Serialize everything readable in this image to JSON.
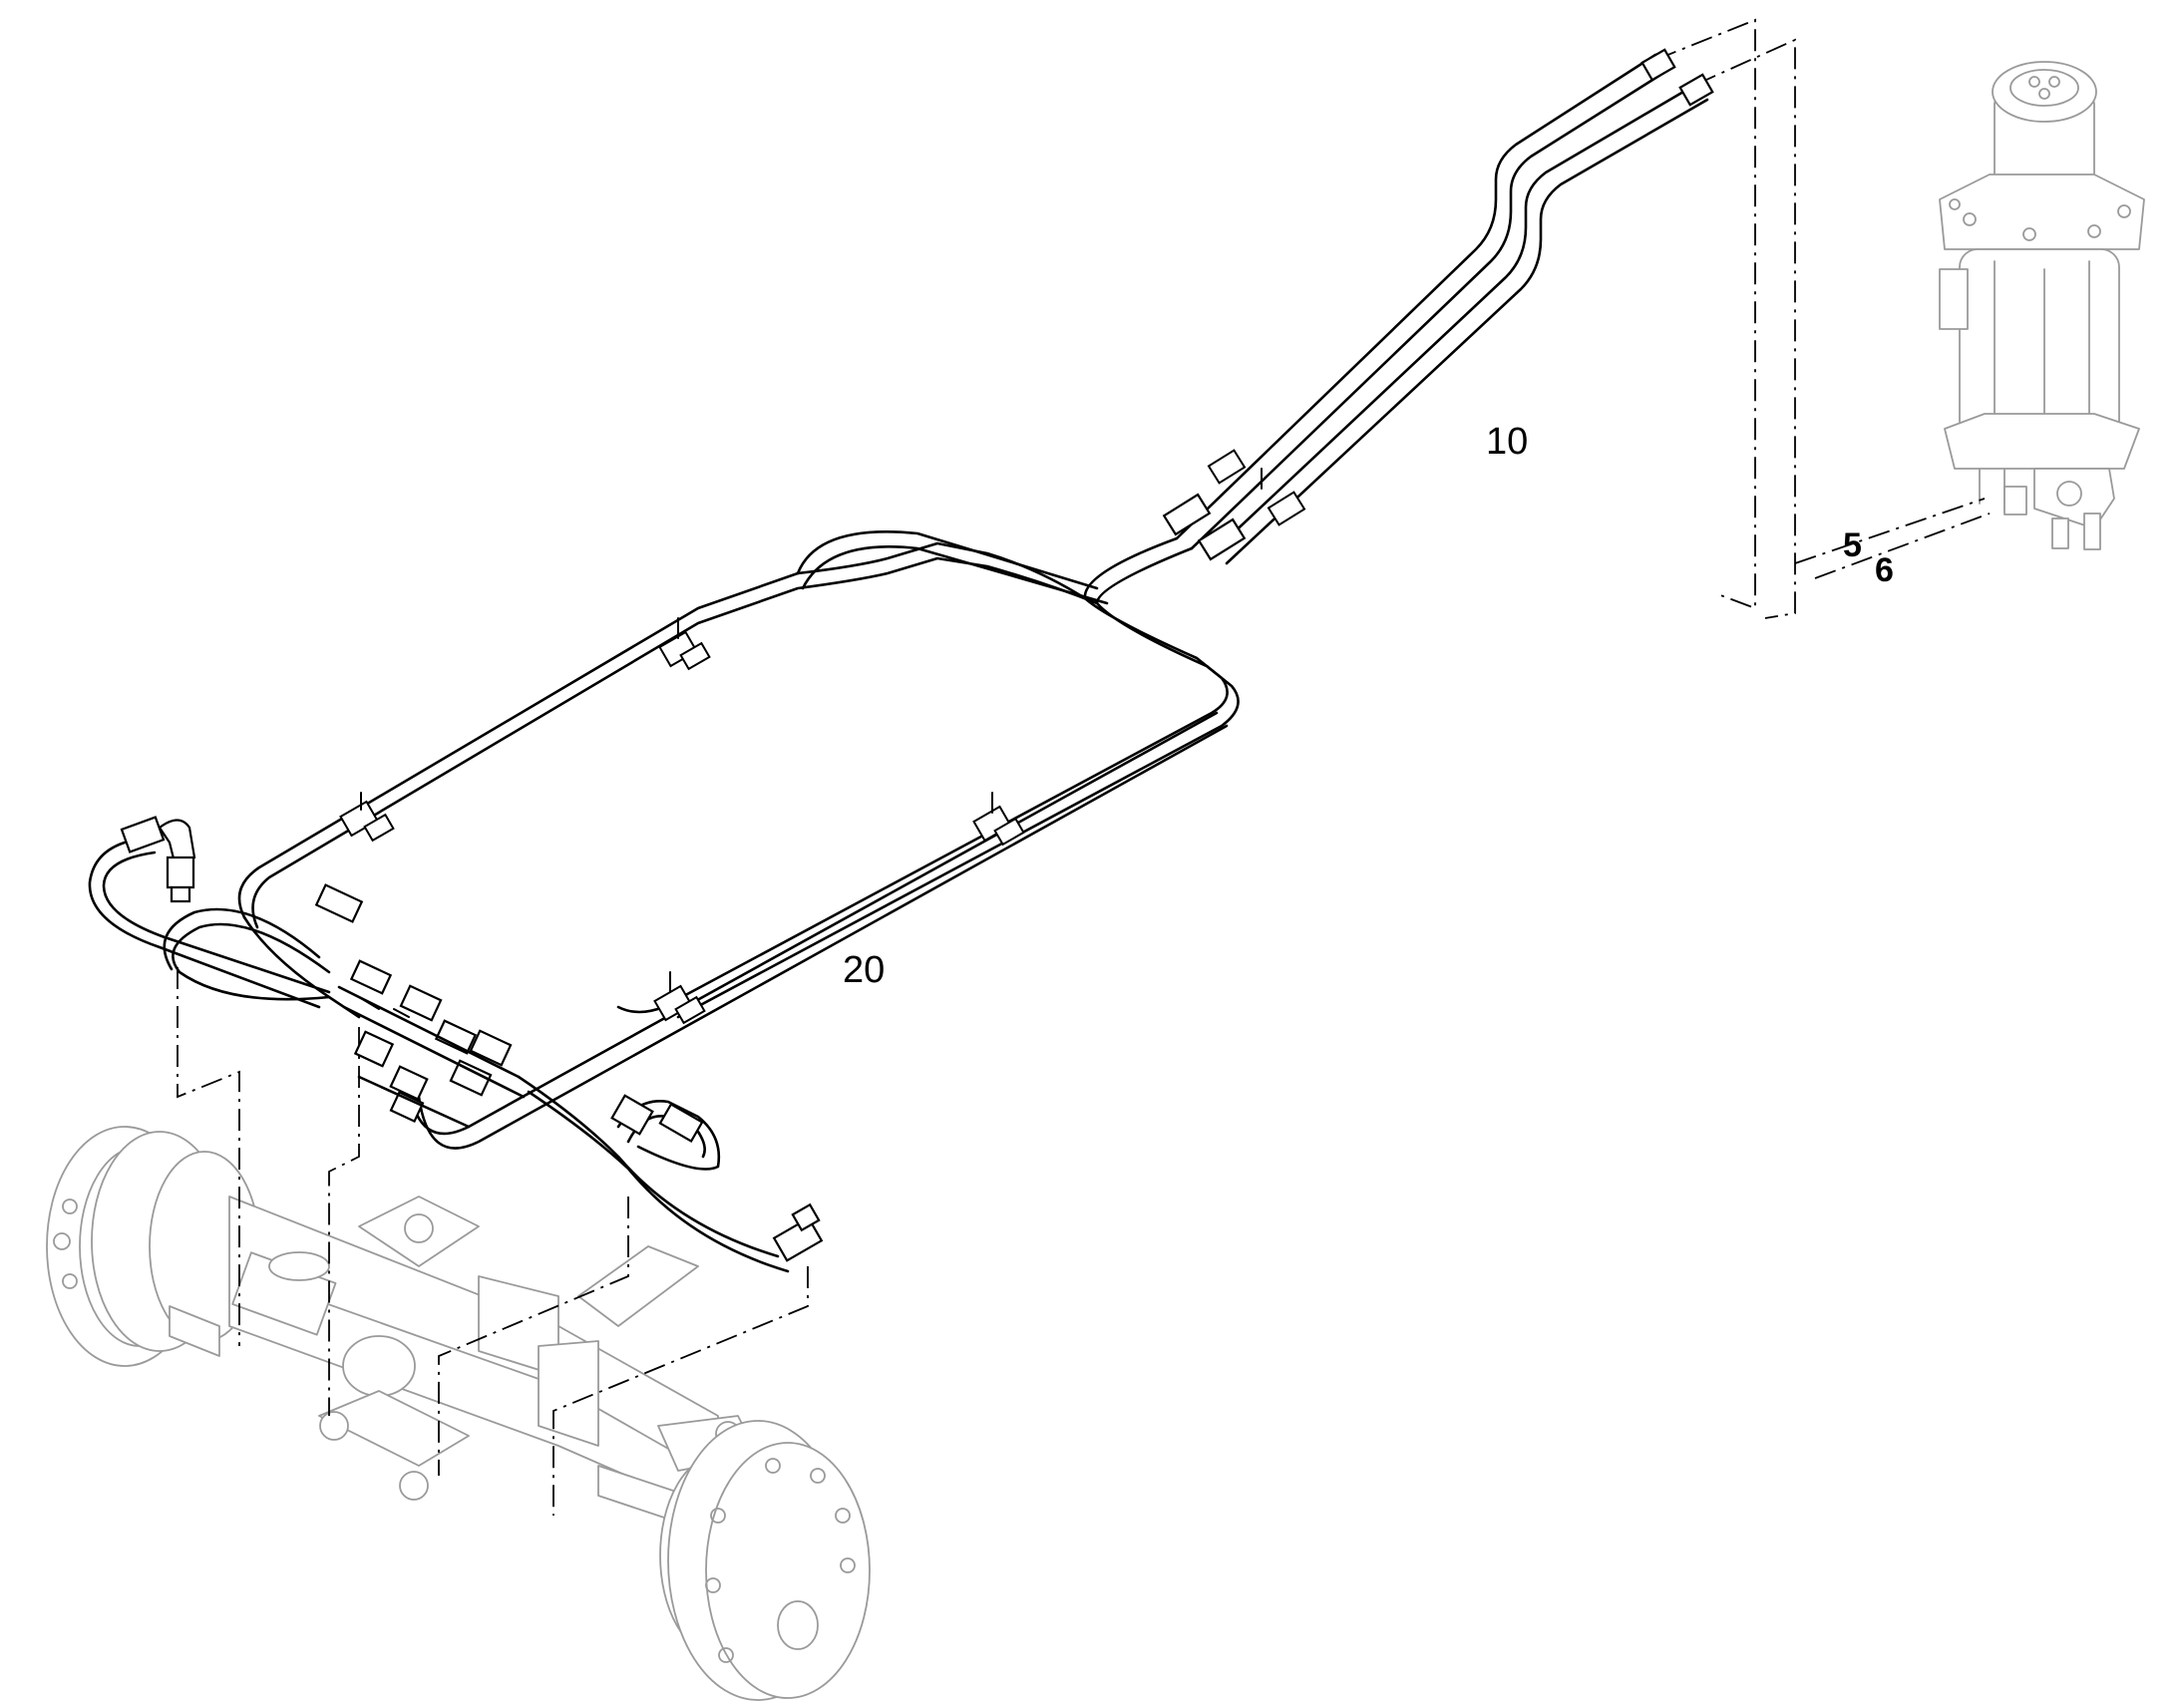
{
  "callouts": {
    "tube_10": "10",
    "hose_20": "20",
    "port_5": "5",
    "port_6": "6"
  },
  "colors": {
    "line": "#000000",
    "ghost_line": "#9a9a9a",
    "background": "#ffffff"
  }
}
